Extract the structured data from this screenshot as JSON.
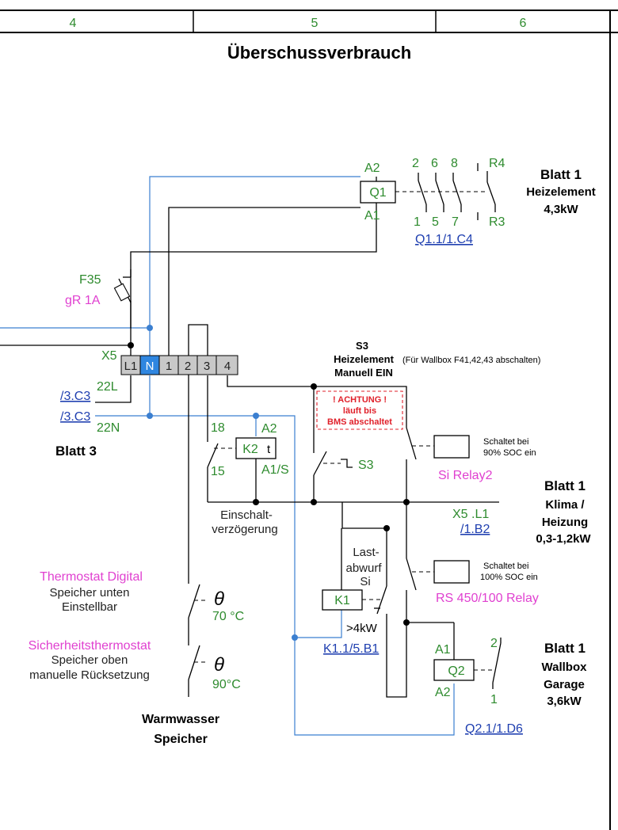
{
  "header": {
    "columns": [
      "4",
      "5",
      "6"
    ]
  },
  "title": "Überschussverbrauch",
  "q1": {
    "label": "Q1",
    "a2": "A2",
    "a1": "A1",
    "top_contacts": [
      "2",
      "6",
      "8",
      "R4"
    ],
    "bottom_contacts": [
      "1",
      "5",
      "7",
      "R3"
    ],
    "ref": "Q1.1/1.C4"
  },
  "heizelement_target": {
    "blatt": "Blatt 1",
    "name": "Heizelement",
    "power": "4,3kW"
  },
  "fuse": {
    "name": "F35",
    "rating": "gR 1A"
  },
  "terminal": {
    "name": "X5",
    "labels": [
      "L1",
      "N",
      "1",
      "2",
      "3",
      "4"
    ]
  },
  "blatt3": {
    "ref_l": "/3.C3",
    "num_l": "22L",
    "ref_n": "/3.C3",
    "num_n": "22N",
    "label": "Blatt 3"
  },
  "s3": {
    "title": "S3",
    "name": "Heizelement",
    "note": "(Für Wallbox F41,42,43 abschalten)",
    "mode": "Manuell EIN",
    "warn1": "! ACHTUNG !",
    "warn2": "läuft bis",
    "warn3": "BMS abschaltet",
    "switch_label": "S3"
  },
  "k2": {
    "label": "K2",
    "t": "t",
    "a2": "A2",
    "a1s": "A1/S",
    "n18": "18",
    "n15": "15",
    "caption1": "Einschalt-",
    "caption2": "verzögerung"
  },
  "relay1": {
    "note1": "Schaltet bei",
    "note2": "90% SOC ein",
    "name": "Si Relay2"
  },
  "klima_target": {
    "blatt": "Blatt 1",
    "name1": "Klima /",
    "name2": "Heizung",
    "power": "0,3-1,2kW",
    "x5": "X5 .L1",
    "ref": "/1.B2"
  },
  "relay2": {
    "note1": "Schaltet bei",
    "note2": "100% SOC ein",
    "name": "RS 450/100 Relay"
  },
  "k1": {
    "label": "K1",
    "cap1": "Last-",
    "cap2": "abwurf",
    "cap3": "Si",
    "note": ">4kW",
    "ref": "K1.1/5.B1"
  },
  "thermo1": {
    "name": "Thermostat Digital",
    "line1": "Speicher unten",
    "line2": "Einstellbar",
    "symbol": "θ",
    "temp": "70 °C"
  },
  "thermo2": {
    "name": "Sicherheitsthermostat",
    "line1": "Speicher oben",
    "line2": "manuelle Rücksetzung",
    "symbol": "θ",
    "temp": "90°C"
  },
  "storage": {
    "line1": "Warmwasser",
    "line2": "Speicher"
  },
  "q2": {
    "label": "Q2",
    "a1": "A1",
    "a2": "A2",
    "c2": "2",
    "c1": "1",
    "ref": "Q2.1/1.D6"
  },
  "wallbox_target": {
    "blatt": "Blatt 1",
    "name1": "Wallbox",
    "name2": "Garage",
    "power": "3,6kW"
  },
  "colors": {
    "wire_blue": "#3b7fd0",
    "label_green": "#2e8b2e",
    "label_magenta": "#e040d0",
    "link_blue": "#1f3fb0",
    "warning_red": "#e0202a",
    "terminal_gray": "#c8c8c8",
    "terminal_blue": "#2f86e0"
  }
}
